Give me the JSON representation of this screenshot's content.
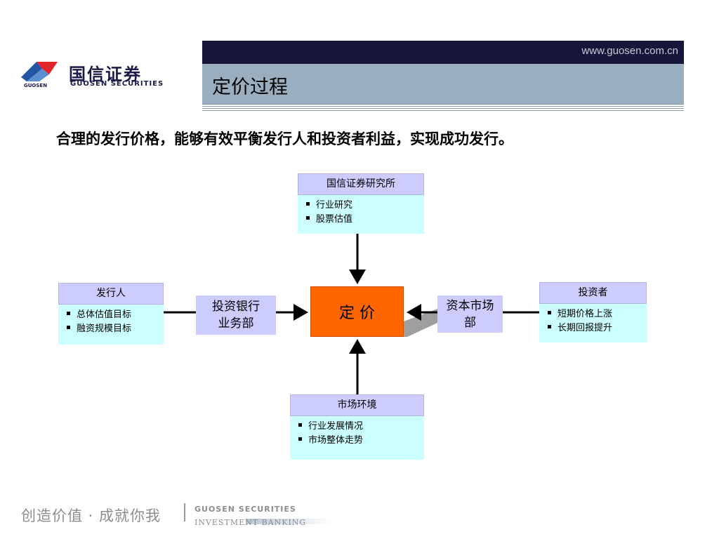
{
  "header": {
    "logo_cn": "国信证券",
    "logo_en": "GUOSEN SECURITIES",
    "logo_mark_text": "GUOSEN",
    "url": "www.guosen.com.cn",
    "title": "定价过程"
  },
  "subtitle": "合理的发行价格，能够有效平衡发行人和投资者利益，实现成功发行。",
  "diagram": {
    "center": "定  价",
    "research": {
      "title": "国信证券研究所",
      "items": [
        "行业研究",
        "股票估值"
      ]
    },
    "issuer": {
      "title": "发行人",
      "items": [
        "总体估值目标",
        "融资规模目标"
      ]
    },
    "ib_line1": "投资银行",
    "ib_line2": "业务部",
    "cm_line1": "资本市场",
    "cm_line2": "部",
    "investor": {
      "title": "投资者",
      "items": [
        "短期价格上涨",
        "长期回报提升"
      ]
    },
    "market": {
      "title": "市场环境",
      "items": [
        "行业发展情况",
        "市场整体走势"
      ]
    }
  },
  "footer": {
    "slogan": "创造价值 · 成就你我",
    "en_line1": "GUOSEN SECURITIES",
    "en_line2": "INVESTMENT BANKING"
  },
  "colors": {
    "header_dark": "#171539",
    "header_band": "#99afc0",
    "box_head": "#ccccff",
    "box_body": "#ccffff",
    "center": "#ff6600",
    "logo_red": "#e0262b",
    "logo_blue": "#2255a4"
  }
}
